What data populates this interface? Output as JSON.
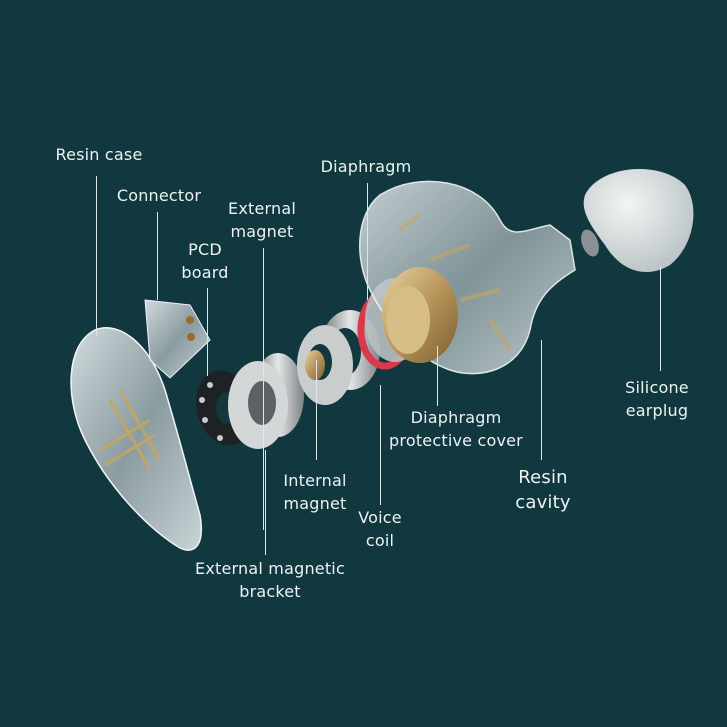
{
  "title": "In-ear earphone exploded view",
  "labels": {
    "resin_case": [
      "Resin case"
    ],
    "connector": [
      "Connector"
    ],
    "external_magnet": [
      "External",
      "magnet"
    ],
    "pcd_board": [
      "PCD",
      "board"
    ],
    "diaphragm": [
      "Diaphragm"
    ],
    "diaphragm_cover": [
      "Diaphragm",
      "protective cover"
    ],
    "internal_magnet": [
      "Internal",
      "magnet"
    ],
    "voice_coil": [
      "Voice",
      "coil"
    ],
    "resin_cavity": [
      "Resin",
      "cavity"
    ],
    "silicone_earplug": [
      "Silicone",
      "earplug"
    ],
    "external_bracket": [
      "External magnetic",
      "bracket"
    ]
  },
  "colors": {
    "background": "#11383e",
    "text": "#eef2f2",
    "gold": "#c9a86a",
    "red": "#d9394a"
  }
}
